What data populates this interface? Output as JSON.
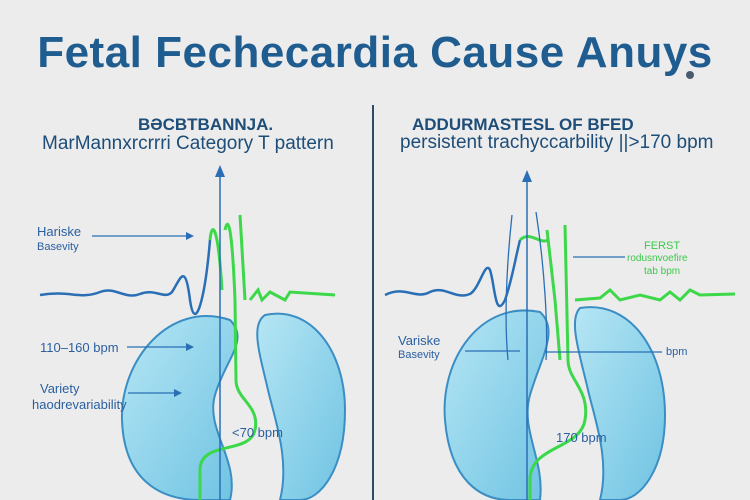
{
  "title": "Fetal Fechecardia Cause Anuys",
  "left_panel": {
    "heading_line1": "BƏCBTBANNJA.",
    "heading_line2": "MarMannxrcrrri Category T pattern",
    "label_baseline_1": "Hariske",
    "label_baseline_2": "Basevity",
    "label_rate": "110–160 bpm",
    "label_variability_1": "Variety",
    "label_variability_2": "haodrevariability",
    "label_low": "<70 bpm"
  },
  "right_panel": {
    "heading_line1": "ADDURMASTESL OF BFED",
    "heading_line2": "persistent trachyccarbility ||>170 bpm",
    "green_label_1": "FERST",
    "green_label_2": "rodusnvoefire",
    "green_label_3": "tab bpm",
    "label_baseline_1": "Variske",
    "label_baseline_2": "Basevity",
    "label_bpm": "bpm",
    "label_rate": "170 bpm"
  },
  "colors": {
    "title": "#1f5c8f",
    "blue": "#2a6fb5",
    "green": "#3cd84a",
    "organ": "#8fd3ea"
  }
}
